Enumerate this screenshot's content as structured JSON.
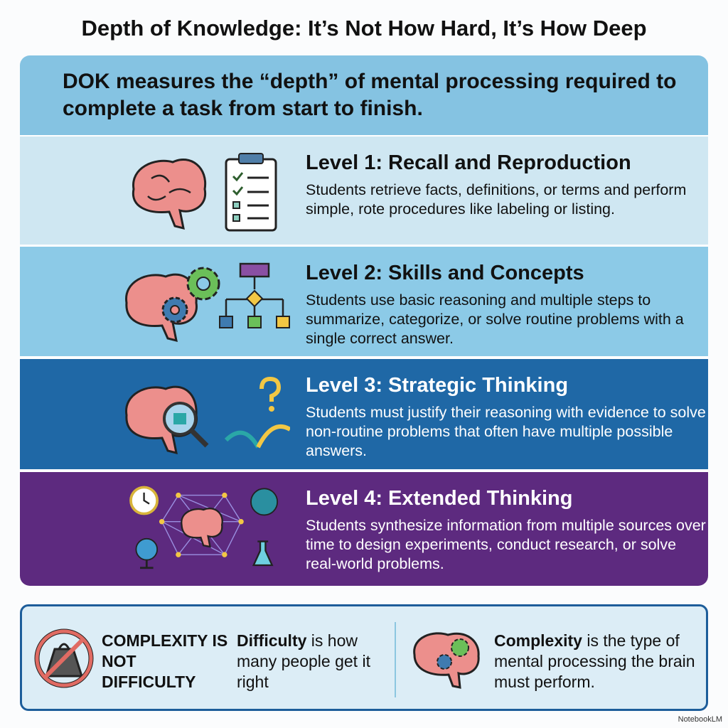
{
  "title": "Depth of Knowledge: It’s Not How Hard, It’s How Deep",
  "intro": "DOK measures the “depth” of mental processing required to complete a task from start to finish.",
  "levels": [
    {
      "title": "Level 1: Recall and Reproduction",
      "body": "Students retrieve facts, definitions, or terms and perform simple, rote procedures like labeling or listing."
    },
    {
      "title": "Level 2: Skills and Concepts",
      "body": "Students use basic reasoning and multiple steps to summarize, categorize, or solve routine problems with a single correct answer."
    },
    {
      "title": "Level 3: Strategic Thinking",
      "body": "Students must justify their reasoning with evidence to solve non-routine problems that often have multiple possible answers."
    },
    {
      "title": "Level 4: Extended Thinking",
      "body": "Students synthesize information from multiple sources over time to design experiments, conduct research, or solve real-world problems."
    }
  ],
  "bottom": {
    "heading": "COMPLEXITY IS NOT DIFFICULTY",
    "difficulty_term": "Difficulty",
    "difficulty_rest": " is how many people get it right",
    "complexity_term": "Complexity",
    "complexity_rest": " is the type of mental processing the brain must perform."
  },
  "watermark": "NotebookLM",
  "colors": {
    "intro": "#85c3e2",
    "level1": "#cfe7f2",
    "level2": "#8ccae7",
    "level3": "#1f68a6",
    "level4": "#5d2a7f",
    "border": "#1d5d9a"
  }
}
